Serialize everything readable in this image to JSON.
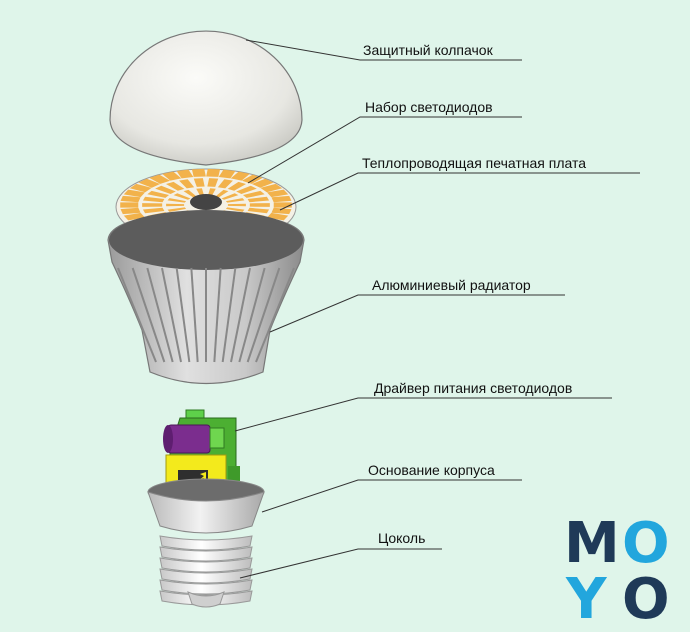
{
  "labels": {
    "protective_cap": "Защитный колпачок",
    "led_set": "Набор светодиодов",
    "pcb": "Теплопроводящая печатная плата",
    "radiator": "Алюминиевый радиатор",
    "driver": "Драйвер питания светодиодов",
    "housing_base": "Основание корпуса",
    "socket": "Цоколь"
  },
  "logo": {
    "letters": [
      "M",
      "O",
      "Y",
      "O"
    ],
    "colors": [
      "#1f3a58",
      "#22a6dd",
      "#22a6dd",
      "#1f3a58"
    ]
  },
  "colors": {
    "background": "#dff5ea",
    "led_orange": "#f2b24b",
    "driver_green": "#4caf32",
    "driver_purple": "#7b2d8e",
    "driver_yellow": "#f3ea1c"
  }
}
